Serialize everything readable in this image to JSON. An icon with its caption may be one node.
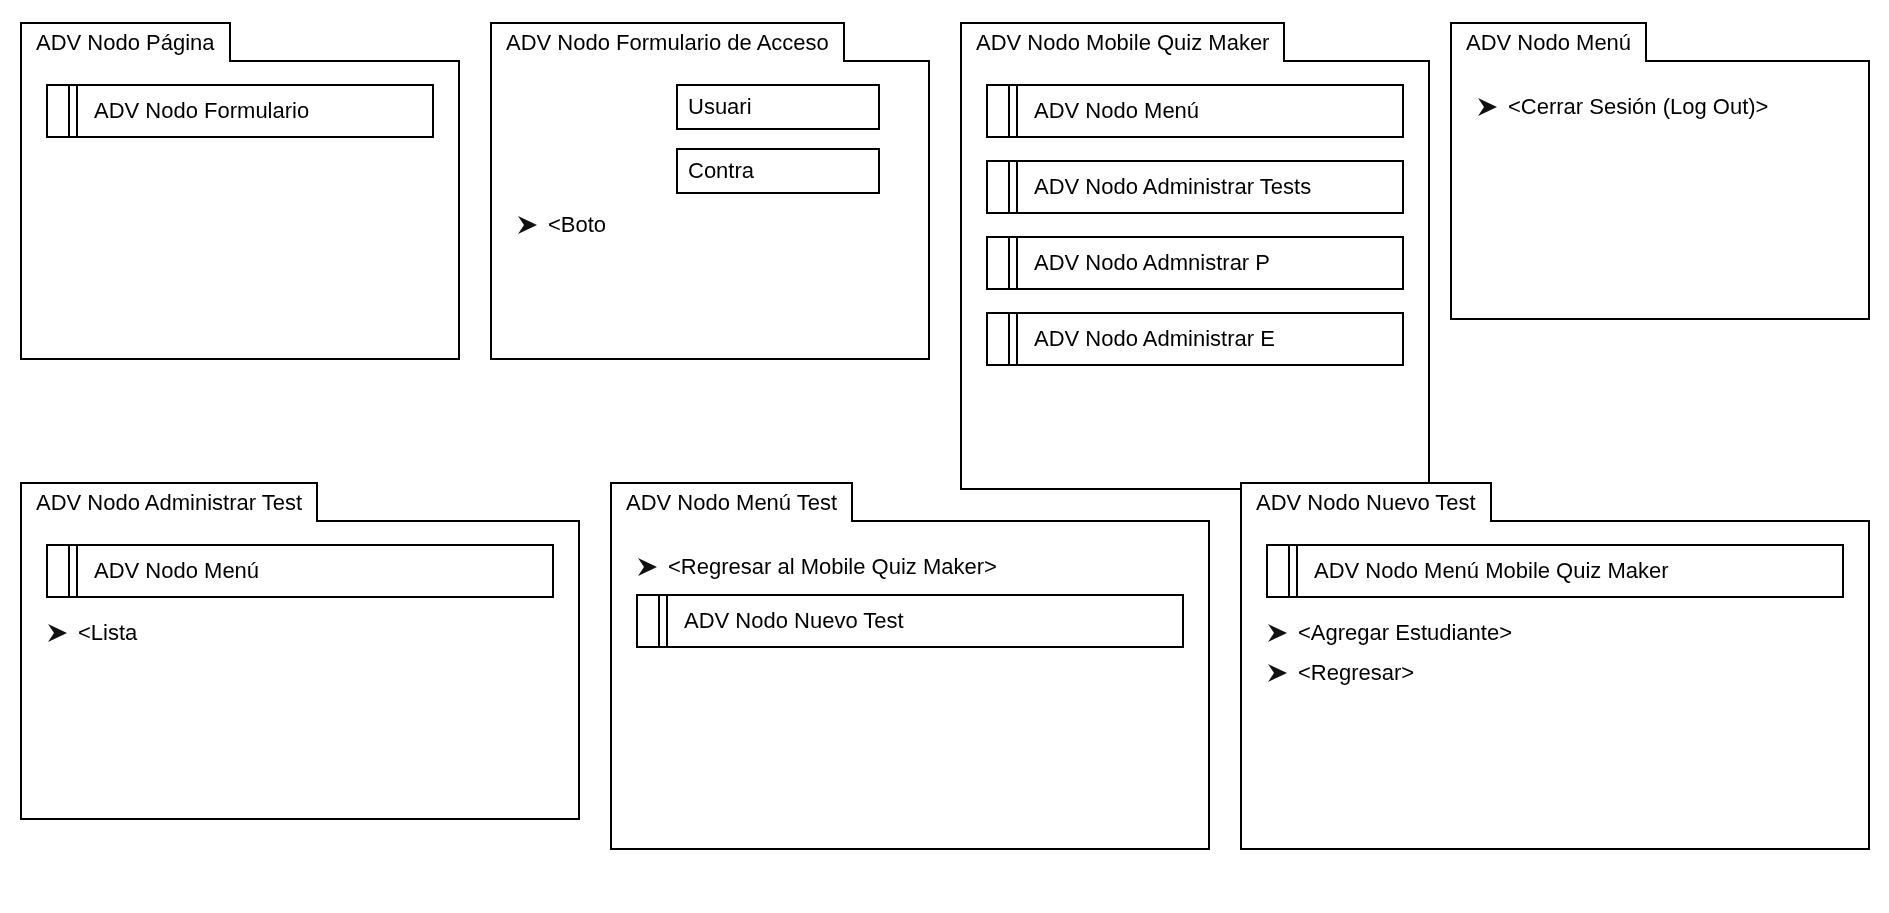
{
  "diagram": {
    "nodes": [
      {
        "text": [
          "ADV Nodo Página"
        ]
      },
      {
        "text": [
          "ADV Nodo Formulario"
        ],
        "in": 0
      },
      {
        "text": [
          "ADV Nodo Formulario de Acceso",
          "<Boto"
        ]
      },
      {
        "text": [
          "Usuari"
        ],
        "in": 2
      },
      {
        "text": [
          "Contra"
        ],
        "in": 2
      },
      {
        "text": [
          "ADV Nodo Mobile Quiz Maker"
        ]
      },
      {
        "text": [
          "ADV Nodo Menú"
        ],
        "in": 5
      },
      {
        "text": [
          "ADV Nodo Administrar Tests"
        ],
        "in": 5
      },
      {
        "text": [
          "ADV Nodo Admnistrar P"
        ],
        "in": 5
      },
      {
        "text": [
          "ADV Nodo Administrar E"
        ],
        "in": 5
      },
      {
        "text": [
          "ADV Nodo Menú",
          "<Cerrar Sesión (Log Out)>"
        ]
      },
      {
        "text": [
          "ADV Nodo Administrar Test",
          "<Lista"
        ]
      },
      {
        "text": [
          "ADV Nodo Menú"
        ],
        "in": 11
      },
      {
        "text": [
          "ADV Nodo Menú Test",
          "<Regresar al Mobile Quiz Maker>"
        ]
      },
      {
        "text": [
          "ADV Nodo Nuevo Test"
        ],
        "in": 13
      },
      {
        "text": [
          "ADV Nodo Nuevo Test",
          "<Agregar Estudiante>",
          "<Regresar>"
        ]
      },
      {
        "text": [
          "ADV Nodo Menú Mobile Quiz Maker"
        ],
        "in": 15
      }
    ],
    "edges": []
  }
}
